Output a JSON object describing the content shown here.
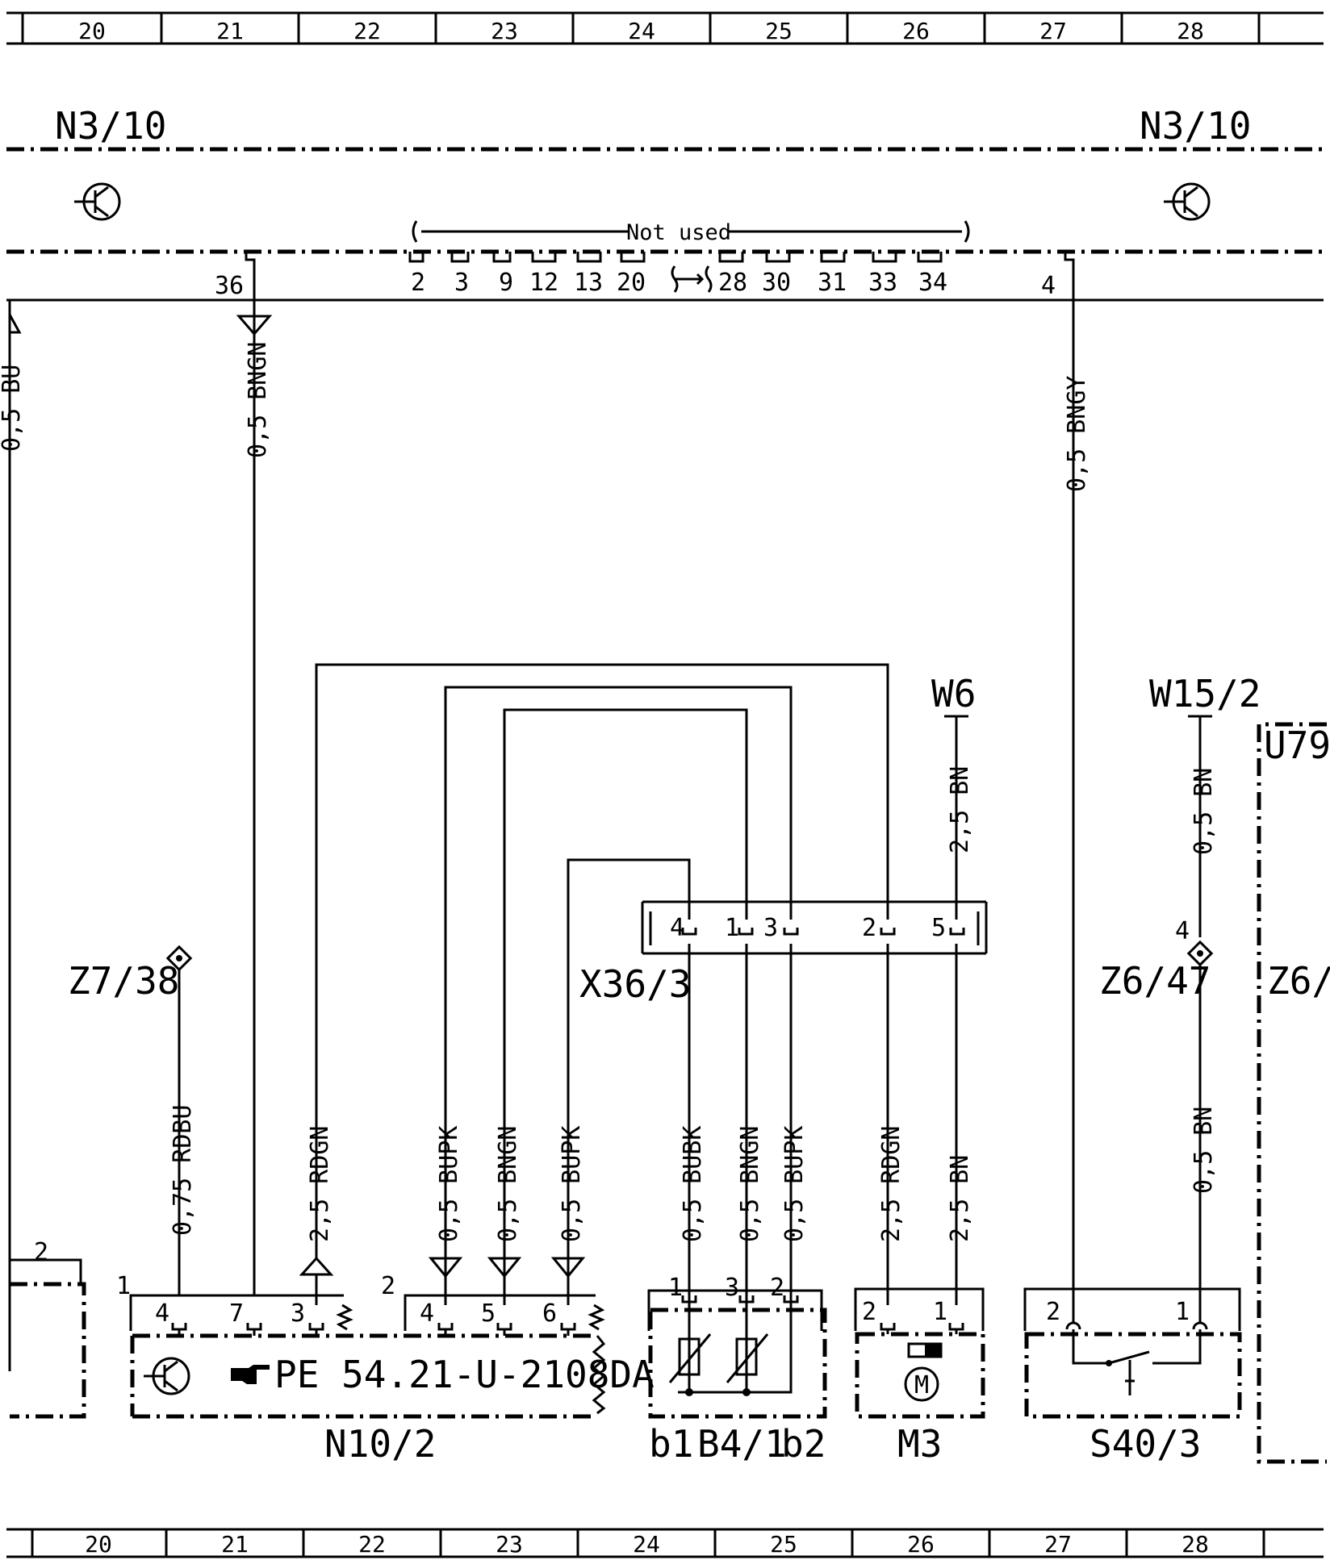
{
  "grid": {
    "columns": [
      "20",
      "21",
      "22",
      "23",
      "24",
      "25",
      "26",
      "27",
      "28"
    ]
  },
  "control_unit": {
    "label_left": "N3/10",
    "label_right": "N3/10",
    "pins": {
      "p36": "36",
      "p4": "4",
      "not_used_label": "Not used",
      "not_used": [
        "2",
        "3",
        "9",
        "12",
        "13",
        "20",
        "28",
        "30",
        "31",
        "33",
        "34"
      ]
    }
  },
  "wires": {
    "left_edge": "0,5 BU",
    "n3_36": "0,5 BNGN",
    "n3_4": "0,5 BNGY",
    "z7_feed": "0,75 RDBU",
    "rdgn_left": "2,5 RDGN",
    "bupk_4": "0,5 BUPK",
    "bngn_5": "0,5 BNGN",
    "bupk_6": "0,5 BUPK",
    "b4_bubk": "0,5 BUBK",
    "b4_bngn": "0,5 BNGN",
    "b4_bupk": "0,5 BUPK",
    "m3_rdgn": "2,5 RDGN",
    "m3_bn": "2,5 BN",
    "w6_bn": "2,5 BN",
    "w15_bn": "0,5 BN",
    "s40_bn": "0,5 BN"
  },
  "components": {
    "z7": "Z7/38",
    "z6": "Z6/47",
    "z6_pin": "4",
    "z6_right": "Z6/",
    "u79": "U79",
    "x36": "X36/3",
    "x36_pins": [
      "4",
      "1",
      "3",
      "2",
      "5"
    ],
    "w6": "W6",
    "w15": "W15/2",
    "n10": "N10/2",
    "n10_ref": "PE 54.21-U-2108DA",
    "n10_conn1": "1",
    "n10_conn2": "2",
    "n10_pins": [
      "4",
      "7",
      "3",
      "4",
      "5",
      "6"
    ],
    "b4": "B4/1",
    "b4_b1": "b1",
    "b4_b2": "b2",
    "b4_pins": [
      "1",
      "3",
      "2"
    ],
    "m3": "M3",
    "m3_pins": [
      "2",
      "1"
    ],
    "m3_motor": "M",
    "s40": "S40/3",
    "s40_pins": [
      "2",
      "1"
    ],
    "left_box_pin": "2"
  }
}
